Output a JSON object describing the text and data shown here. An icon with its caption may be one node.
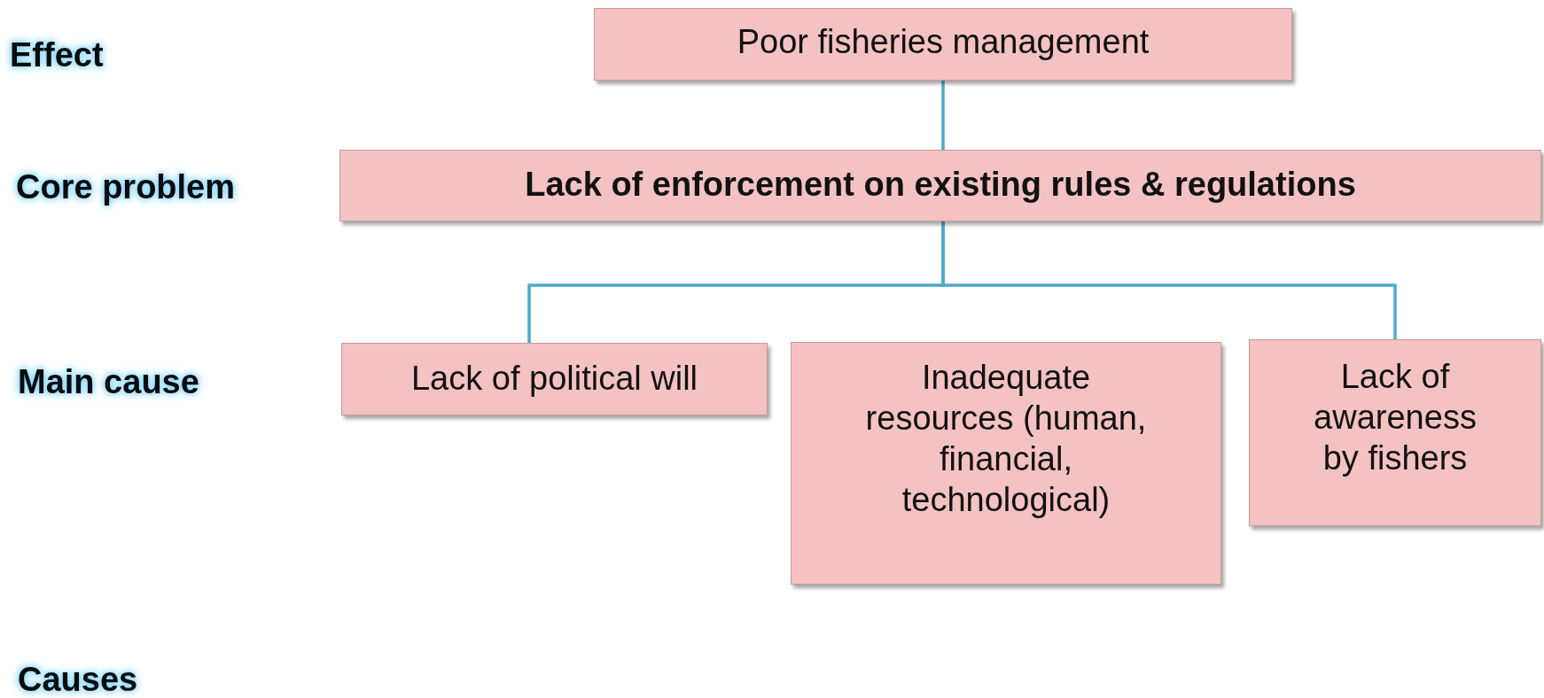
{
  "diagram": {
    "nodes": [
      {
        "text": [
          "Poor fisheries management"
        ]
      },
      {
        "text": [
          "Lack of enforcement on existing rules & regulations"
        ]
      },
      {
        "text": [
          "Lack of political will"
        ]
      },
      {
        "text": [
          "Inadequate resources (human, financial, technological)"
        ]
      },
      {
        "text": [
          "Lack of awareness by fishers"
        ]
      }
    ],
    "edges": [
      {
        "from": 0,
        "to": 1,
        "arrow": "none"
      },
      {
        "from": 1,
        "to": 2,
        "arrow": "none"
      },
      {
        "from": 1,
        "to": 4,
        "arrow": "none"
      }
    ],
    "labels": [
      "Effect",
      "Core problem",
      "Main cause",
      "Causes"
    ]
  }
}
